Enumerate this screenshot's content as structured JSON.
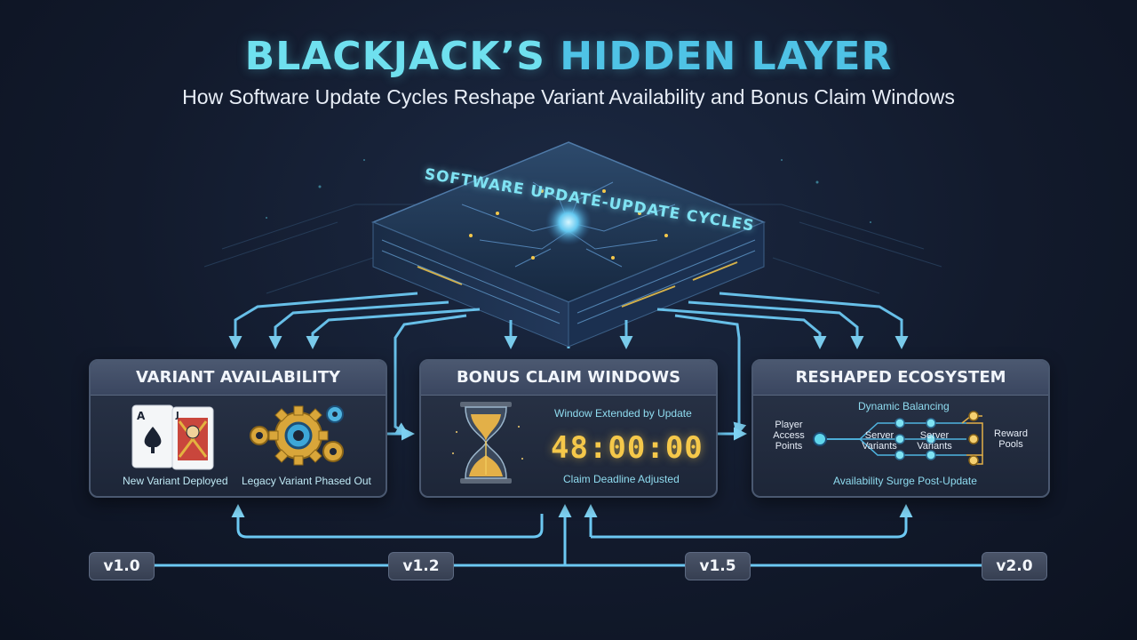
{
  "header": {
    "title_part1": "BLACKJACK’S",
    "title_part2": "HIDDEN LAYER",
    "subtitle": "How Software Update Cycles Reshape Variant Availability and Bonus Claim Windows"
  },
  "chip": {
    "label": "SOFTWARE UPDATE-UPDATE CYCLES"
  },
  "panels": {
    "variant": {
      "title": "VARIANT AVAILABILITY",
      "new_caption": "New Variant Deployed",
      "legacy_caption": "Legacy Variant Phased Out"
    },
    "bonus": {
      "title": "BONUS CLAIM WINDOWS",
      "extended_caption": "Window Extended by Update",
      "timer": "48:00:00",
      "deadline_caption": "Claim Deadline Adjusted"
    },
    "ecosystem": {
      "title": "RESHAPED ECOSYSTEM",
      "top_caption": "Dynamic Balancing",
      "player_access": "Player\nAccess\nPoints",
      "server_variants_1": "Server\nVariants",
      "server_variants_2": "Server\nVariants",
      "reward_pools": "Reward\nPools",
      "bottom_caption": "Availability Surge Post-Update"
    }
  },
  "timeline": {
    "versions": [
      "v1.0",
      "v1.2",
      "v1.5",
      "v2.0"
    ]
  },
  "colors": {
    "accent_cyan": "#5fd6ec",
    "flow_blue": "#5cc6f0",
    "timer_gold": "#f5c84a",
    "panel_bg": "#1d2638"
  }
}
